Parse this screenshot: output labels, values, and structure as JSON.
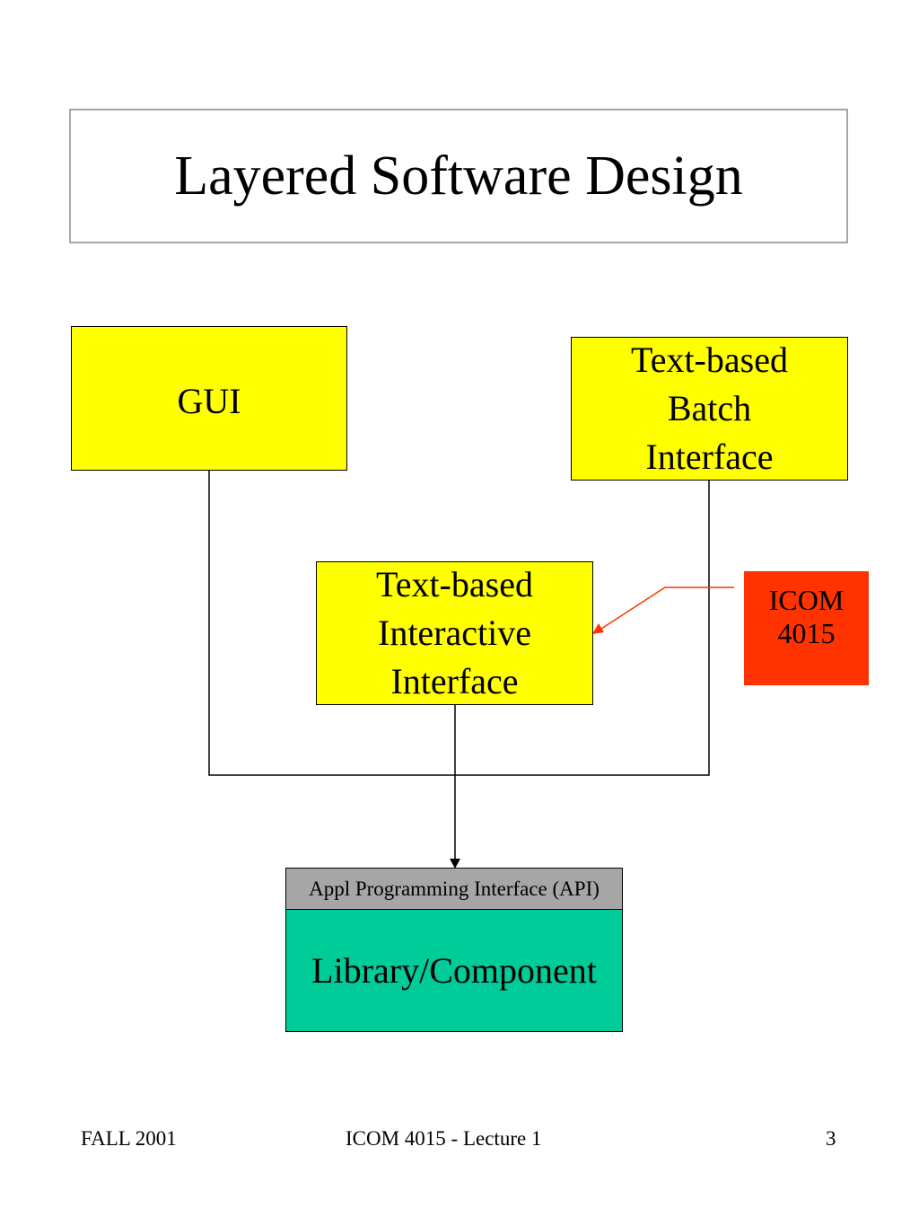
{
  "slide": {
    "title": "Layered Software Design"
  },
  "diagram": {
    "gui": {
      "label": "GUI"
    },
    "batch": {
      "lines": [
        "Text-based",
        "Batch",
        "Interface"
      ]
    },
    "interactive": {
      "lines": [
        "Text-based",
        "Interactive",
        "Interface"
      ]
    },
    "course_tag": {
      "lines": [
        "ICOM",
        "4015"
      ]
    },
    "api": {
      "label": "Appl Programming Interface (API)"
    },
    "library": {
      "label": "Library/Component"
    }
  },
  "footer": {
    "left": "FALL 2001",
    "center": "ICOM 4015 - Lecture 1",
    "right": "3"
  },
  "colors": {
    "interface_boxes": "#ffff00",
    "course_tag": "#ff3300",
    "callout_arrow": "#ff3300",
    "api_bar": "#a6a6a6",
    "library": "#00cc99"
  }
}
